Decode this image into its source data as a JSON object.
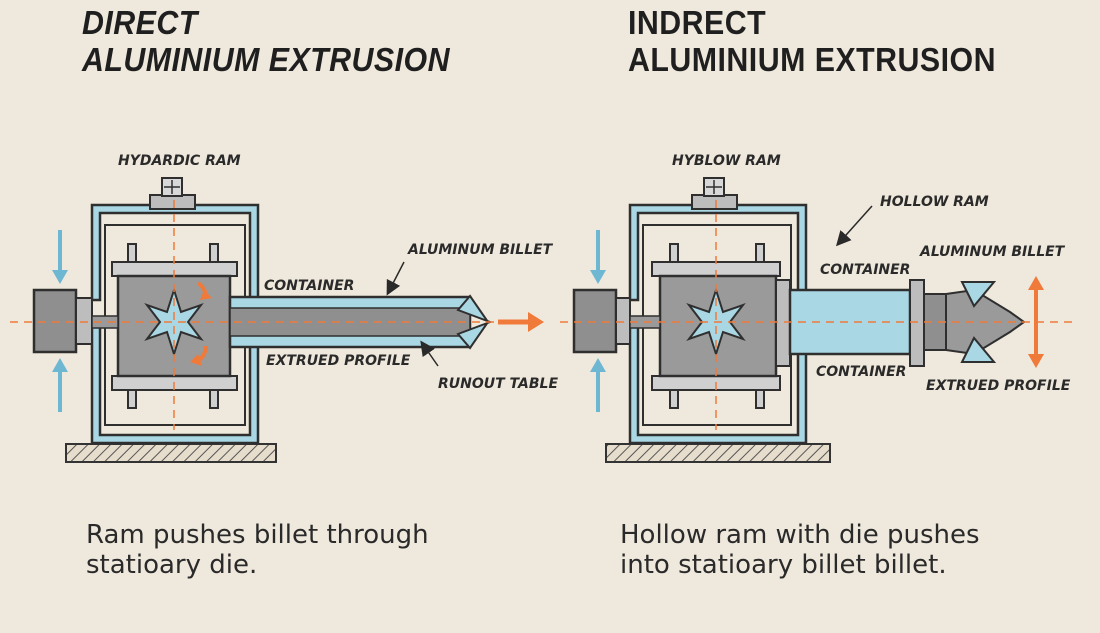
{
  "colors": {
    "background": "#efe8dc",
    "frame": "#a9d7e3",
    "steel": "#8f8f8f",
    "dark_steel": "#6d6d6d",
    "accent": "#f07a3a",
    "ink": "#2a2a2a",
    "arrow_blue": "#6db7d3"
  },
  "left": {
    "title_line1": "DIRECT",
    "title_line2": "ALUMINIUM EXTRUSION",
    "labels": {
      "ram": "HYDARDIC RAM",
      "container": "CONTAINER",
      "billet": "ALUMINUM BILLET",
      "extruded_profile": "EXTRUED PROFILE",
      "runout_table": "RUNOUT TABLE"
    },
    "caption": "Ram pushes billet through statioary die."
  },
  "right": {
    "title_line1": "INDRECT",
    "title_line2": "ALUMINIUM EXTRUSION",
    "labels": {
      "ram": "HYBLOW RAM",
      "hollow_ram": "HOLLOW RAM",
      "billet": "ALUMINUM BILLET",
      "container_top": "CONTAINER",
      "container_bottom": "CONTAINER",
      "extruded_profile": "EXTRUED PROFILE"
    },
    "caption": "Hollow ram with die pushes into statioary billet billet."
  }
}
